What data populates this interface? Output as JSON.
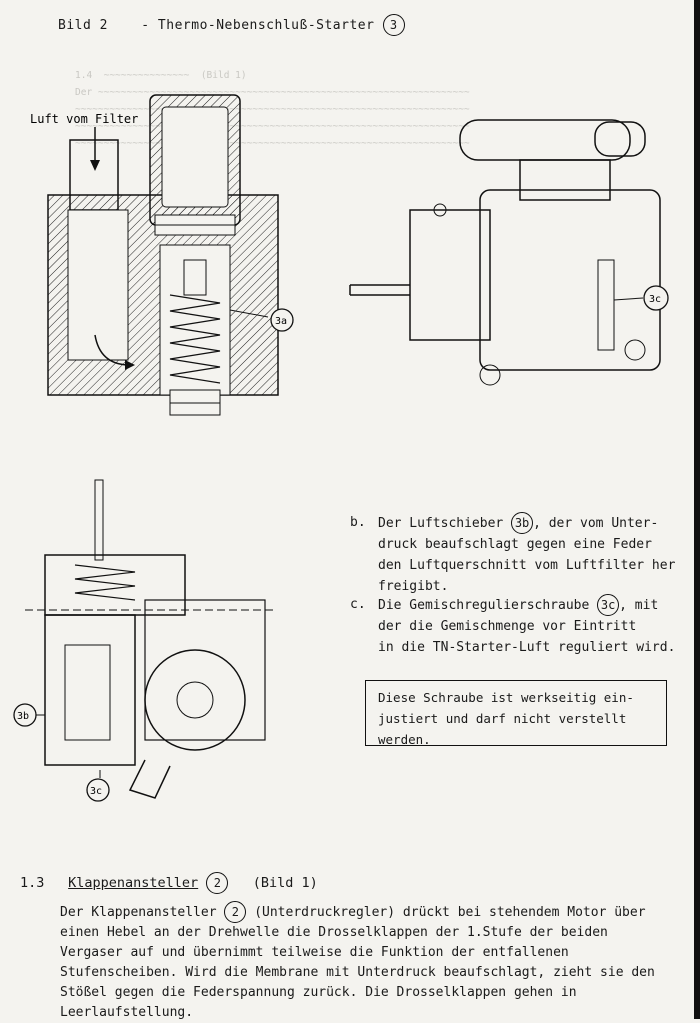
{
  "header": {
    "bild": "Bild 2",
    "title": "- Thermo-Nebenschluß-Starter",
    "ref": "3"
  },
  "diagram_labels": {
    "luft": "Luft vom Filter",
    "l3a": "3a",
    "l3c_top": "3c",
    "l3b": "3b",
    "l3c_bottom": "3c"
  },
  "callouts": {
    "b_label": "b.",
    "b_text1": "Der Luftschieber",
    "b_ref": "3b",
    "b_text2": ", der vom Unter-",
    "b_line2": "druck beaufschlagt gegen eine Feder",
    "b_line3": "den Luftquerschnitt vom Luftfilter her",
    "b_line4": "freigibt.",
    "c_label": "c.",
    "c_text1": "Die Gemischregulierschraube",
    "c_ref": "3c",
    "c_text2": ", mit",
    "c_line2": "der die Gemischmenge vor Eintritt",
    "c_line3": "in die TN-Starter-Luft reguliert wird."
  },
  "note": {
    "line1": "Diese Schraube ist werkseitig ein-",
    "line2": "justiert und darf nicht verstellt",
    "line3": "werden."
  },
  "section": {
    "number": "1.3",
    "title": "Klappenansteller",
    "ref": "2",
    "bild": "(Bild 1)"
  },
  "paragraph": {
    "start": "Der Klappenansteller",
    "ref": "2",
    "rest": "(Unterdruckregler) drückt bei stehendem Motor über einen Hebel an der Drehwelle die Drosselklappen der 1.Stufe der beiden Vergaser auf und übernimmt teilweise die Funktion der entfallenen Stufenscheiben. Wird die Membrane mit Unterdruck beaufschlagt, zieht sie den Stößel gegen die Federspannung zurück. Die Drosselklappen gehen in Leerlaufstellung."
  }
}
